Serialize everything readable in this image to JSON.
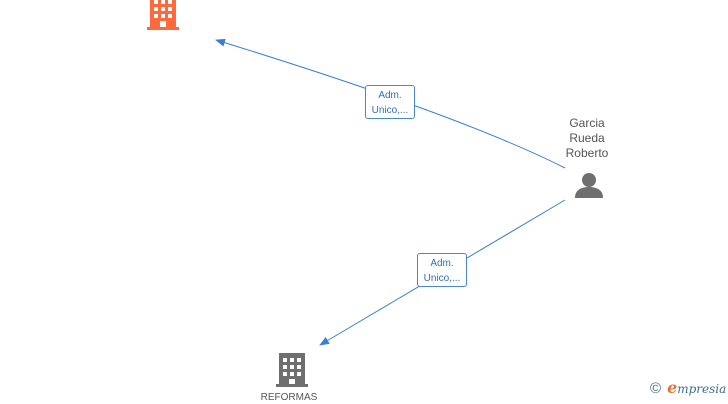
{
  "colors": {
    "edge": "#3a7fd1",
    "company_highlight": "#ff6a3d",
    "company_normal": "#6f6f6f",
    "person": "#6f6f6f"
  },
  "nodes": {
    "company_top": {
      "icon": "building-icon",
      "label": ""
    },
    "person": {
      "icon": "person-icon",
      "label_lines": [
        "Garcia",
        "Rueda",
        "Roberto"
      ]
    },
    "company_bottom": {
      "icon": "building-icon",
      "label": "REFORMAS"
    }
  },
  "edges": [
    {
      "from": "person",
      "to": "company_top",
      "label_lines": [
        "Adm.",
        "Unico,..."
      ]
    },
    {
      "from": "person",
      "to": "company_bottom",
      "label_lines": [
        "Adm.",
        "Unico,..."
      ]
    }
  ],
  "footer": {
    "copyright_symbol": "©",
    "brand_initial": "e",
    "brand_rest": "mpresia"
  }
}
